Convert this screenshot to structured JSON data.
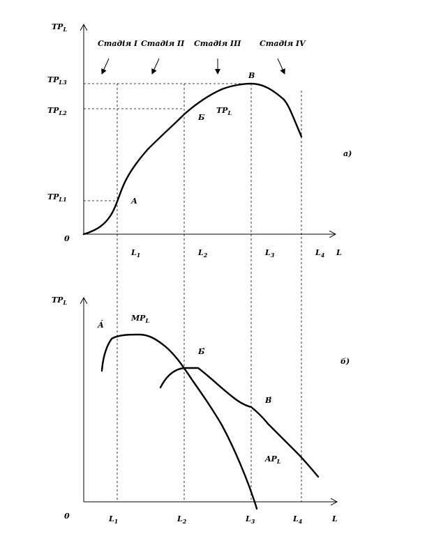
{
  "top": {
    "y_axis": {
      "main": "TP",
      "sub": "L"
    },
    "origin": "0",
    "stages": [
      "Стадія I",
      "Стадія II",
      "Стадія III",
      "Стадія IV"
    ],
    "y_ticks": [
      {
        "main": "TP",
        "sub": "L3"
      },
      {
        "main": "TP",
        "sub": "L2"
      },
      {
        "main": "TP",
        "sub": "L1"
      }
    ],
    "point_labels": {
      "a": "А",
      "b": "Б",
      "v": "В"
    },
    "curve_label": {
      "main": "TP",
      "sub": "L"
    },
    "x_ticks": [
      {
        "main": "L",
        "sub": "1"
      },
      {
        "main": "L",
        "sub": "2"
      },
      {
        "main": "L",
        "sub": "3"
      },
      {
        "main": "L",
        "sub": "4"
      }
    ],
    "x_axis": "L",
    "panel_label": "а)"
  },
  "bottom": {
    "y_axis": {
      "main": "TP",
      "sub": "L"
    },
    "origin": "0",
    "point_labels": {
      "a": "А́",
      "b": "Б́",
      "v": "В́"
    },
    "mp_label": {
      "main": "MP",
      "sub": "L"
    },
    "ap_label": {
      "main": "AP",
      "sub": "L"
    },
    "x_ticks": [
      {
        "main": "L",
        "sub": "1"
      },
      {
        "main": "L",
        "sub": "2"
      },
      {
        "main": "L",
        "sub": "3"
      },
      {
        "main": "L",
        "sub": "4"
      }
    ],
    "x_axis": "L",
    "panel_label": "б)"
  }
}
